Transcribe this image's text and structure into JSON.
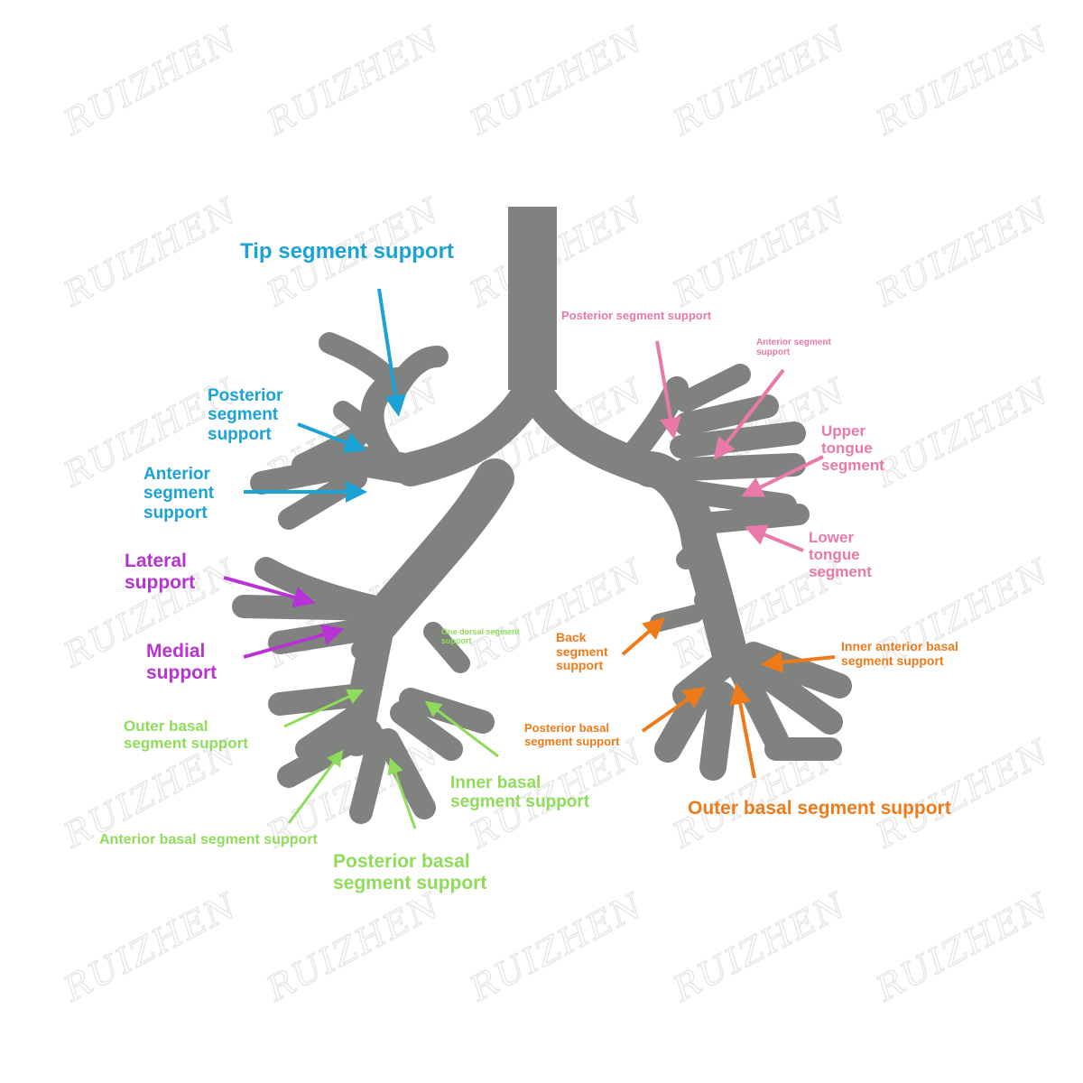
{
  "watermark": "RUIZHEN",
  "colors": {
    "blue": "#1aa3d4",
    "purple": "#b733d3",
    "green": "#8fdc5a",
    "pink": "#e879a8",
    "orange": "#ee7a1a",
    "model": "#808280"
  },
  "labels": {
    "tip_segment": "Tip segment support",
    "posterior_segment_left": "Posterior\nsegment\nsupport",
    "anterior_segment_left": "Anterior\nsegment\nsupport",
    "lateral": "Lateral\nsupport",
    "medial": "Medial\nsupport",
    "outer_basal_left": "Outer basal\nsegment support",
    "anterior_basal_left": "Anterior basal segment support",
    "posterior_basal_left": "Posterior basal\nsegment support",
    "inner_basal_left": "Inner basal\nsegment support",
    "one_dorsal": "One dorsal segment\nsupport",
    "posterior_segment_right": "Posterior segment support",
    "anterior_segment_right": "Anterior segment\nsupport",
    "upper_tongue": "Upper\ntongue\nsegment",
    "lower_tongue": "Lower\ntongue\nsegment",
    "back_segment": "Back\nsegment\nsupport",
    "inner_anterior_basal": "Inner anterior basal\nsegment support",
    "posterior_basal_right": "Posterior basal\nsegment support",
    "outer_basal_right": "Outer basal segment support"
  }
}
